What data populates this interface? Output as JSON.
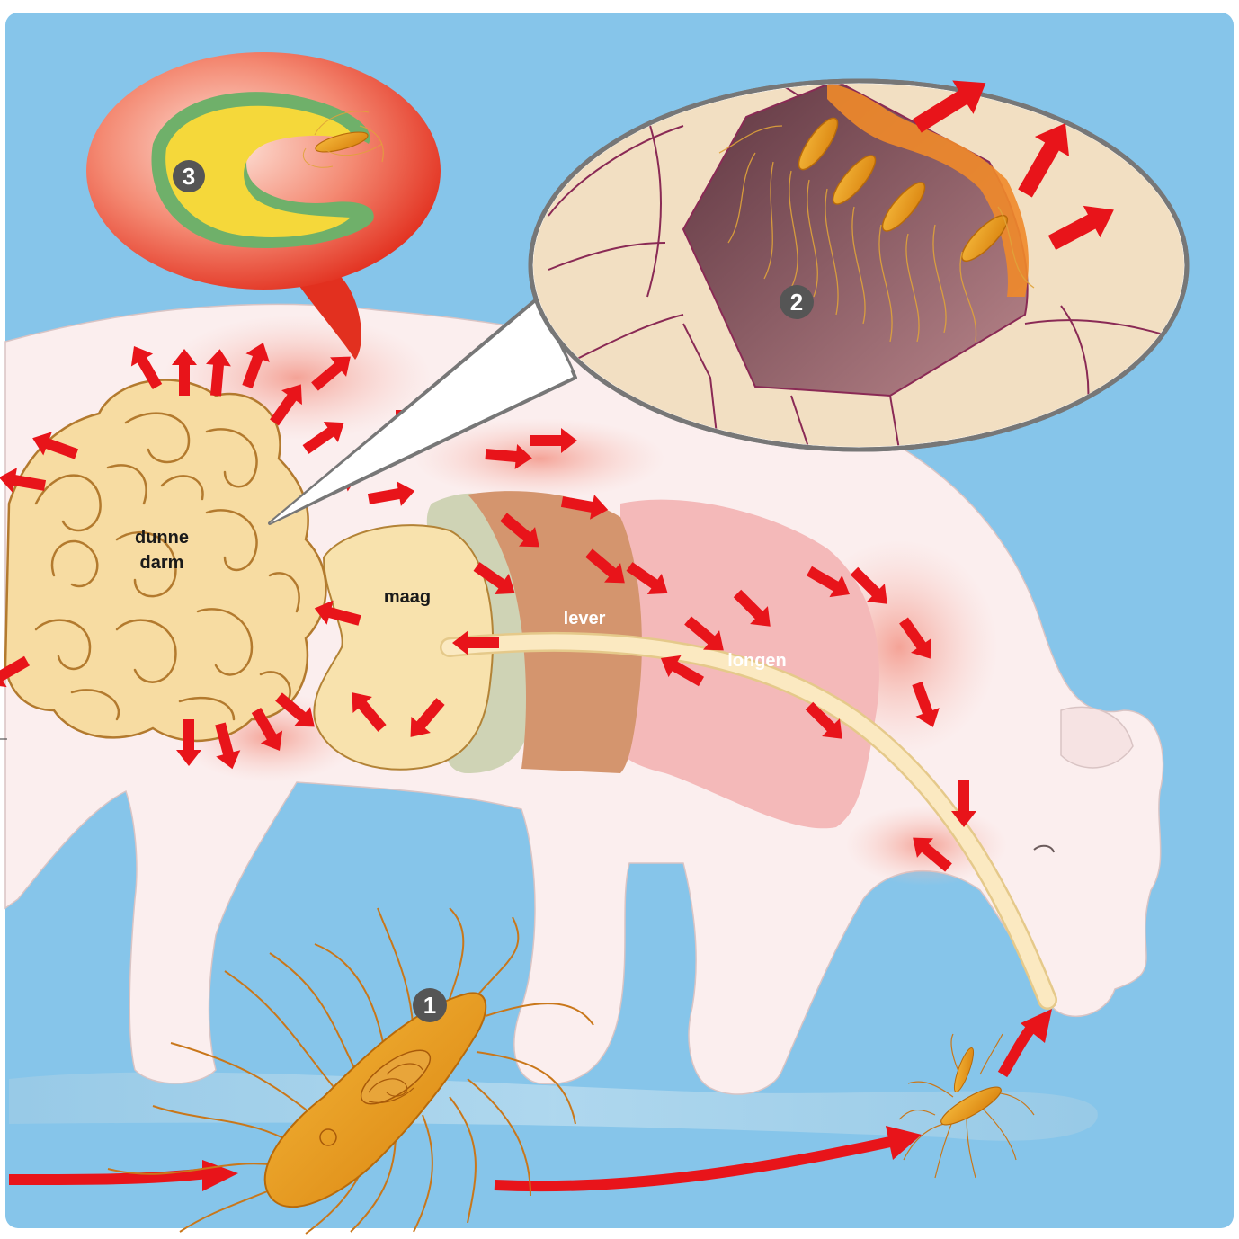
{
  "labels": {
    "small_intestine": [
      "dunne",
      "darm"
    ],
    "stomach": "maag",
    "liver": "lever",
    "lungs": "longen"
  },
  "steps": [
    "1",
    "2",
    "3"
  ],
  "colors": {
    "background": "#86c5ea",
    "pig_body": "#fbeeee",
    "intestine": "#f7dca2",
    "intestine_line": "#b37a2e",
    "stomach": "#f8e2ad",
    "liver": "#d4956e",
    "lungs": "#f4b9b9",
    "pancreas": "#cfd3b5",
    "arrow": "#e8141a",
    "larva": "#e89a18",
    "cyst_outer": "#e8462f",
    "cyst_green": "#6fb06a",
    "cyst_yellow": "#f5d83a",
    "muscle": "#7a4a55",
    "step_badge": "#555555"
  }
}
